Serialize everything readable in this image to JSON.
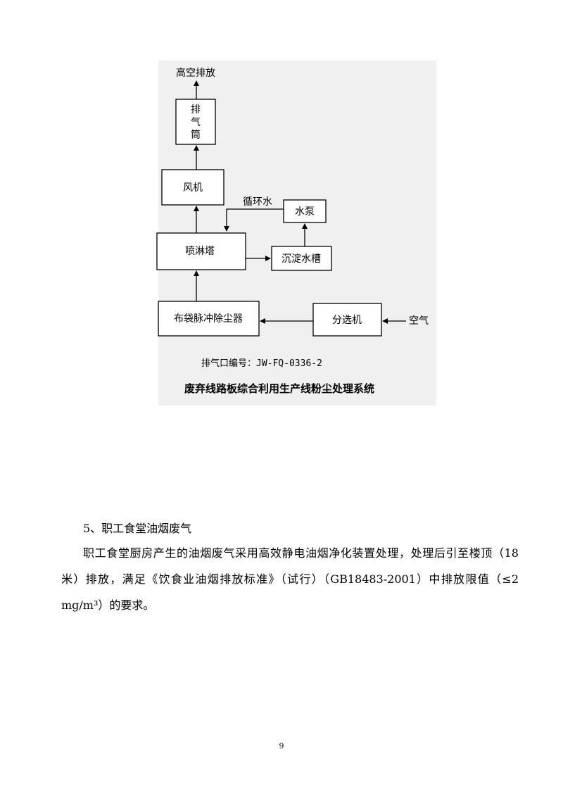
{
  "figure": {
    "nodes": {
      "exhaust_top": "高空排放",
      "stack": [
        "排",
        "气",
        "筒"
      ],
      "fan": "风机",
      "circulating_water": "循环水",
      "pump": "水泵",
      "spray_tower": "喷淋塔",
      "settling_tank": "沉淀水槽",
      "bag_filter": "布袋脉冲除尘器",
      "separator": "分选机",
      "air": "空气"
    },
    "outlet_code": "排气口编号：JW-FQ-0336-2",
    "caption": "废弃线路板综合利用生产线粉尘处理系统"
  },
  "section": {
    "heading": "5、职工食堂油烟废气",
    "body": "职工食堂厨房产生的油烟废气采用高效静电油烟净化装置处理，处理后引至楼顶（18 米）排放，满足《饮食业油烟排放标准》（试行）（GB18483-2001）中排放限值（≤2 mg/m³）的要求。"
  },
  "page_number": "9"
}
